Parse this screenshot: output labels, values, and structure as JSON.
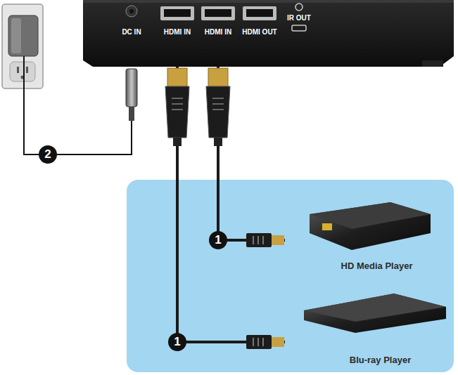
{
  "diagram": {
    "nodes": [
      {
        "text": [
          "DC IN",
          "HDMI IN",
          "HDMI IN",
          "HDMI OUT",
          "IR OUT"
        ]
      },
      {
        "text": [
          "HD Media Player"
        ]
      },
      {
        "text": [
          "Blu-ray Player"
        ]
      }
    ],
    "edges": [
      {
        "from": 0,
        "to": 1,
        "arrow": "none"
      },
      {
        "from": 0,
        "to": 2,
        "arrow": "none"
      }
    ],
    "labels": [
      "2",
      "1",
      "1"
    ]
  }
}
